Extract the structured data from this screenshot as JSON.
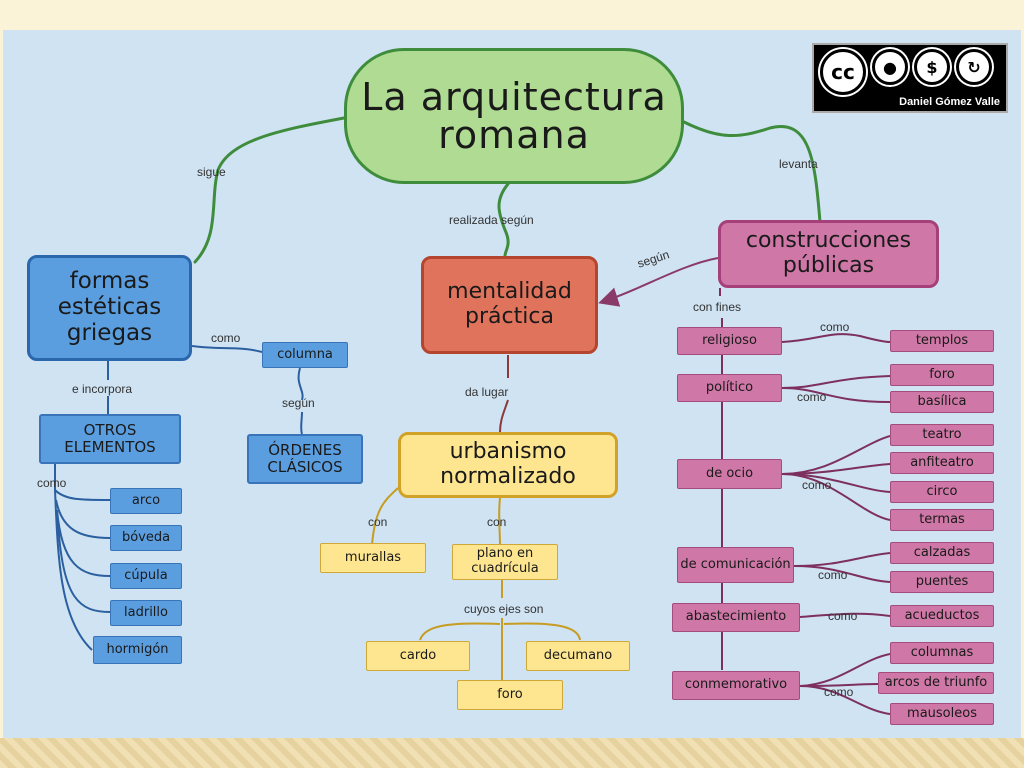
{
  "root": "La arquitectura romana",
  "license": {
    "author": "Daniel Gómez Valle",
    "icons": [
      "cc-icon",
      "by-icon",
      "nc-icon",
      "sa-icon"
    ]
  },
  "nodes": {
    "formas": "formas estéticas griegas",
    "mentalidad": "mentalidad práctica",
    "construcciones": "construcciones públicas",
    "otros": "OTROS ELEMENTOS",
    "columna": "columna",
    "ordenes": "ÓRDENES CLÁSICOS",
    "arco": "arco",
    "boveda": "bóveda",
    "cupula": "cúpula",
    "ladrillo": "ladrillo",
    "hormigon": "hormigón",
    "urbanismo": "urbanismo normalizado",
    "murallas": "murallas",
    "plano": "plano en cuadrícula",
    "cardo": "cardo",
    "decumano": "decumano",
    "foro_urb": "foro",
    "religioso": "religioso",
    "politico": "político",
    "ocio": "de ocio",
    "comunicacion": "de comunicación",
    "abastecimiento": "abastecimiento",
    "conmemorativo": "conmemorativo",
    "templos": "templos",
    "foro": "foro",
    "basilica": "basílica",
    "teatro": "teatro",
    "anfiteatro": "anfiteatro",
    "circo": "circo",
    "termas": "termas",
    "calzadas": "calzadas",
    "puentes": "puentes",
    "acueductos": "acueductos",
    "columnas": "columnas",
    "arcos": "arcos de triunfo",
    "mausoleos": "mausoleos"
  },
  "links": {
    "sigue": "sigue",
    "realizada": "realizada según",
    "levanta": "levanta",
    "segun_const": "según",
    "con_fines": "con fines",
    "como_formas": "como",
    "segun_col": "según",
    "e_incorpora": "e incorpora",
    "como_otros": "como",
    "da_lugar": "da lugar",
    "con1": "con",
    "con2": "con",
    "cuyos": "cuyos ejes son",
    "como_rel": "como",
    "como_pol": "como",
    "como_ocio": "como",
    "como_com": "como",
    "como_abas": "como",
    "como_conm": "como"
  }
}
